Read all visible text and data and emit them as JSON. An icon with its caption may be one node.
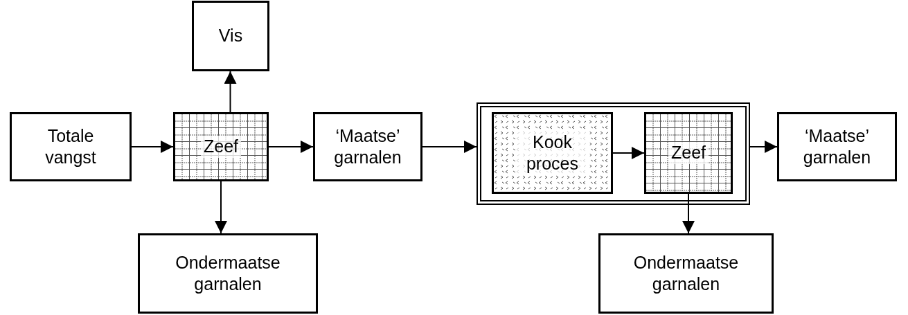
{
  "diagram": {
    "nodes": [
      {
        "text": [
          "Totale vangst"
        ]
      },
      {
        "text": [
          "Zeef"
        ]
      },
      {
        "text": [
          "Vis"
        ]
      },
      {
        "text": [
          "Ondermaatse garnalen"
        ]
      },
      {
        "text": [
          "‘Maatse’ garnalen"
        ]
      },
      {
        "text": [],
        "shape": "box"
      },
      {
        "text": [
          "Kook proces"
        ],
        "in": 5
      },
      {
        "text": [
          "Zeef"
        ],
        "in": 5
      },
      {
        "text": [
          "‘Maatse’ garnalen"
        ]
      },
      {
        "text": [
          "Ondermaatse garnalen"
        ]
      }
    ],
    "edges": [
      {
        "from": 0,
        "to": 1,
        "arrow": "to"
      },
      {
        "from": 1,
        "to": 2,
        "arrow": "to"
      },
      {
        "from": 1,
        "to": 3,
        "arrow": "to"
      },
      {
        "from": 1,
        "to": 4,
        "arrow": "to"
      },
      {
        "from": 4,
        "to": 5,
        "arrow": "to"
      },
      {
        "from": 6,
        "to": 7,
        "arrow": "to"
      },
      {
        "from": 7,
        "to": 9,
        "arrow": "to"
      },
      {
        "from": 5,
        "to": 8,
        "arrow": "to"
      }
    ]
  }
}
